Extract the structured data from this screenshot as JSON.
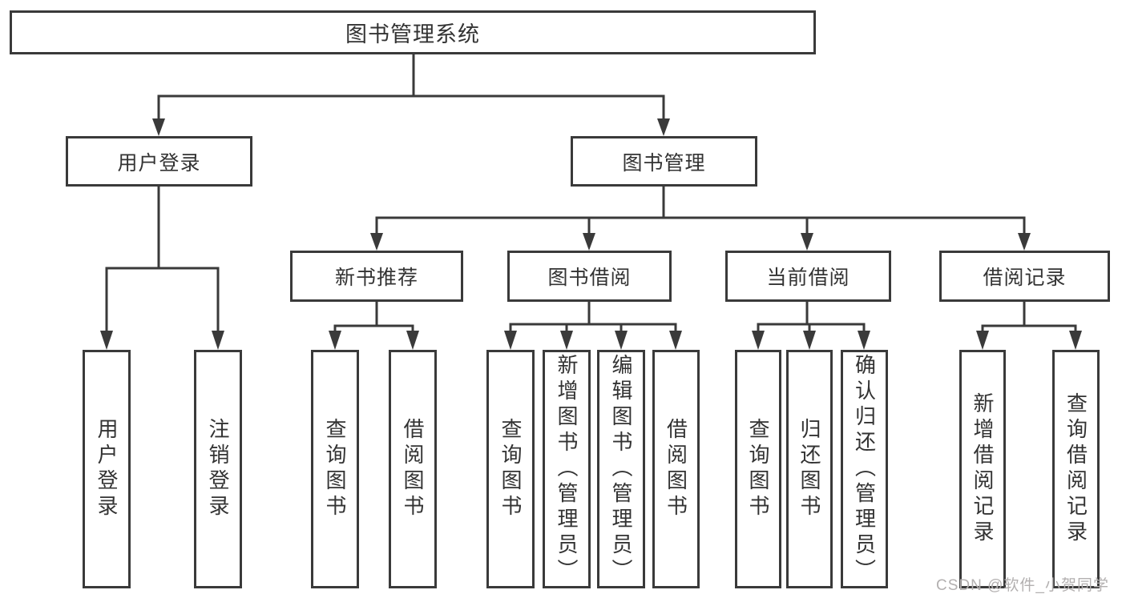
{
  "nodes": {
    "root": "图书管理系统",
    "branches": [
      {
        "label": "用户登录",
        "children": [
          "用户登录",
          "注销登录"
        ]
      },
      {
        "label": "图书管理",
        "children": [
          {
            "label": "新书推荐",
            "children": [
              "查询图书",
              "借阅图书"
            ]
          },
          {
            "label": "图书借阅",
            "children": [
              "查询图书",
              "新增图书（管理员）",
              "编辑图书（管理员）",
              "借阅图书"
            ]
          },
          {
            "label": "当前借阅",
            "children": [
              "查询图书",
              "归还图书",
              "确认归还（管理员）"
            ]
          },
          {
            "label": "借阅记录",
            "children": [
              "新增借阅记录",
              "查询借阅记录"
            ]
          }
        ]
      }
    ]
  },
  "watermark": {
    "text": "CSDN @软件_小贺同学"
  },
  "colors": {
    "line": "#3a3a3a",
    "text": "#333333",
    "watermark": "#b3b0b0",
    "background": "#ffffff"
  }
}
